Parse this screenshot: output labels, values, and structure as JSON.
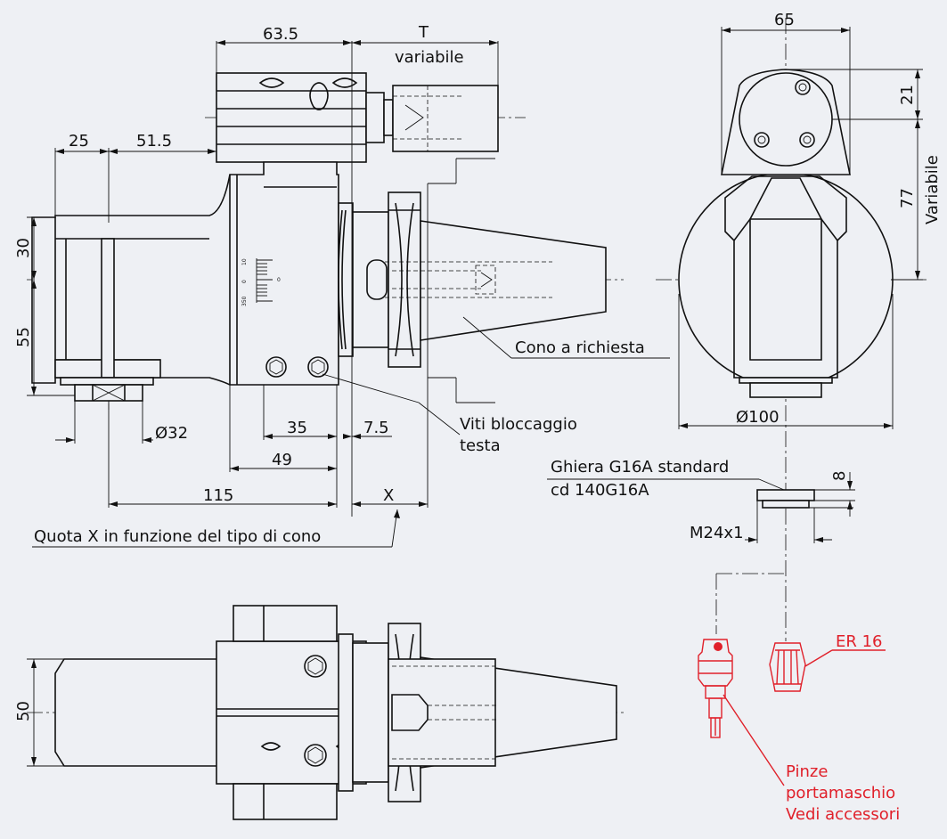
{
  "dimensions": {
    "d_63_5": "63.5",
    "d_T": "T",
    "d_variabile_lower": "variabile",
    "d_25": "25",
    "d_51_5": "51.5",
    "d_30": "30",
    "d_55": "55",
    "d_diam32": "Ø32",
    "d_35": "35",
    "d_7_5": "7.5",
    "d_49": "49",
    "d_115": "115",
    "d_X": "X",
    "d_50": "50",
    "d_65": "65",
    "d_21": "21",
    "d_77": "77",
    "d_Variabile_upper": "Variabile",
    "d_diam100": "Ø100",
    "d_8": "8",
    "d_M24x1": "M24x1"
  },
  "scale_marks": {
    "s10": "10",
    "s0": "0",
    "s350": "350",
    "s0b": "0"
  },
  "notes": {
    "cone": "Cono a richiesta",
    "screws_line1": "Viti bloccaggio",
    "screws_line2": "testa",
    "quota_x": "Quota X in funzione del tipo di cono",
    "ring_line1": "Ghiera G16A standard",
    "ring_line2": "cd 140G16A",
    "er16": "ER 16",
    "collet_line1": "Pinze",
    "collet_line2": "portamaschio",
    "collet_line3": "Vedi accessori"
  },
  "colors": {
    "ink": "#111111",
    "accessory_red": "#e0202a",
    "background": "#eef0f4"
  }
}
